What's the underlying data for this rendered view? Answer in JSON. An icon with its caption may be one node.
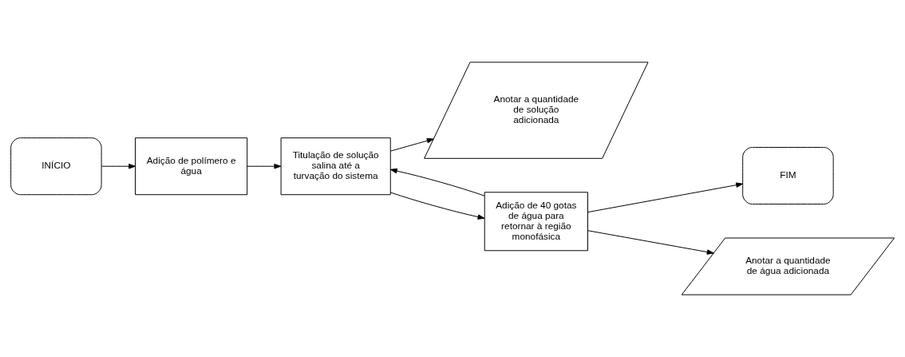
{
  "diagram": {
    "nodes": [
      {
        "text": [
          "INÍCIO"
        ]
      },
      {
        "text": [
          "Adição de polímero e água"
        ]
      },
      {
        "text": [
          "Titulação de solução salina até a turvação do sistema"
        ]
      },
      {
        "text": [
          "Anotar a quantidade de solução adicionada"
        ]
      },
      {
        "text": [
          "Adição de 40 gotas de água para retornar à região monofásica"
        ]
      },
      {
        "text": [
          "FIM"
        ]
      },
      {
        "text": [
          "Anotar a quantidade de água adicionada"
        ]
      }
    ],
    "edges": [
      {
        "from": 0,
        "to": 1,
        "arrow": "to"
      },
      {
        "from": 1,
        "to": 2,
        "arrow": "to"
      },
      {
        "from": 2,
        "to": 3,
        "arrow": "to"
      },
      {
        "from": 2,
        "to": 4,
        "arrow": "to"
      },
      {
        "from": 4,
        "to": 5,
        "arrow": "to"
      },
      {
        "from": 4,
        "to": 2,
        "arrow": "to"
      },
      {
        "from": 4,
        "to": 6,
        "arrow": "to"
      }
    ]
  }
}
